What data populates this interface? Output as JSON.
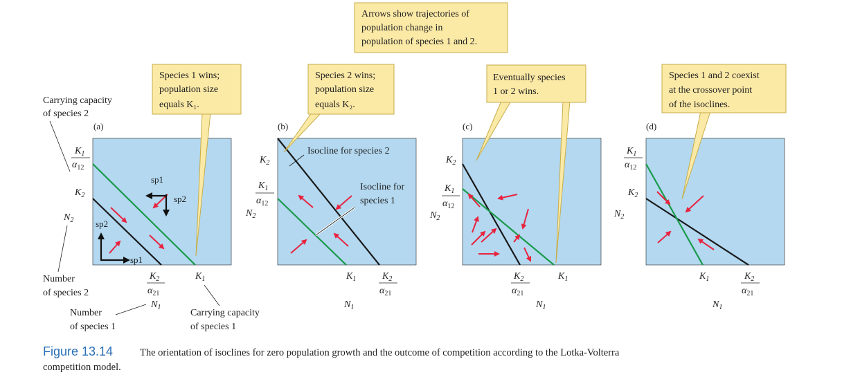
{
  "colors": {
    "panel_fill": "#b3d8f0",
    "callout_fill": "#fbe9a6",
    "callout_border": "#c7ad48",
    "species1_isocline": "#1a9a4a",
    "species2_isocline": "#1a1a1a",
    "arrow": "#e8233f",
    "caption_number": "#2a6fb5"
  },
  "callouts": {
    "top": [
      "Arrows show trajectories of",
      "population change in",
      "population of species 1 and 2."
    ],
    "a": [
      "Species 1 wins;",
      "population size",
      "equals K₁."
    ],
    "b": [
      "Species 2 wins;",
      "population size",
      "equals K₂."
    ],
    "c": [
      "Eventually species",
      "1 or 2 wins."
    ],
    "d": [
      "Species 1 and 2 coexist",
      "at the crossover point",
      "of the isoclines."
    ]
  },
  "annotations": {
    "carrying_capacity_2": [
      "Carrying capacity",
      "of species 2"
    ],
    "number_species_2": [
      "Number",
      "of species 2"
    ],
    "number_species_1": [
      "Number",
      "of species 1"
    ],
    "carrying_capacity_1": [
      "Carrying capacity",
      "of species 1"
    ],
    "isocline_species_2": "Isocline for species 2",
    "isocline_species_1": [
      "Isocline for",
      "species 1"
    ],
    "sp1": "sp1",
    "sp2": "sp2"
  },
  "panels": {
    "a": {
      "label": "(a)"
    },
    "b": {
      "label": "(b)"
    },
    "c": {
      "label": "(c)"
    },
    "d": {
      "label": "(d)"
    }
  },
  "math": {
    "K1": "K",
    "K2": "K",
    "sub1": "1",
    "sub2": "2",
    "alpha12": "α",
    "alpha21": "α",
    "sub12": "12",
    "sub21": "21",
    "N1": "N",
    "N2": "N"
  },
  "caption": {
    "number": "Figure 13.14",
    "text": "The orientation of isoclines for zero population growth and the outcome of competition according to the Lotka-Volterra",
    "text2": "competition model."
  }
}
